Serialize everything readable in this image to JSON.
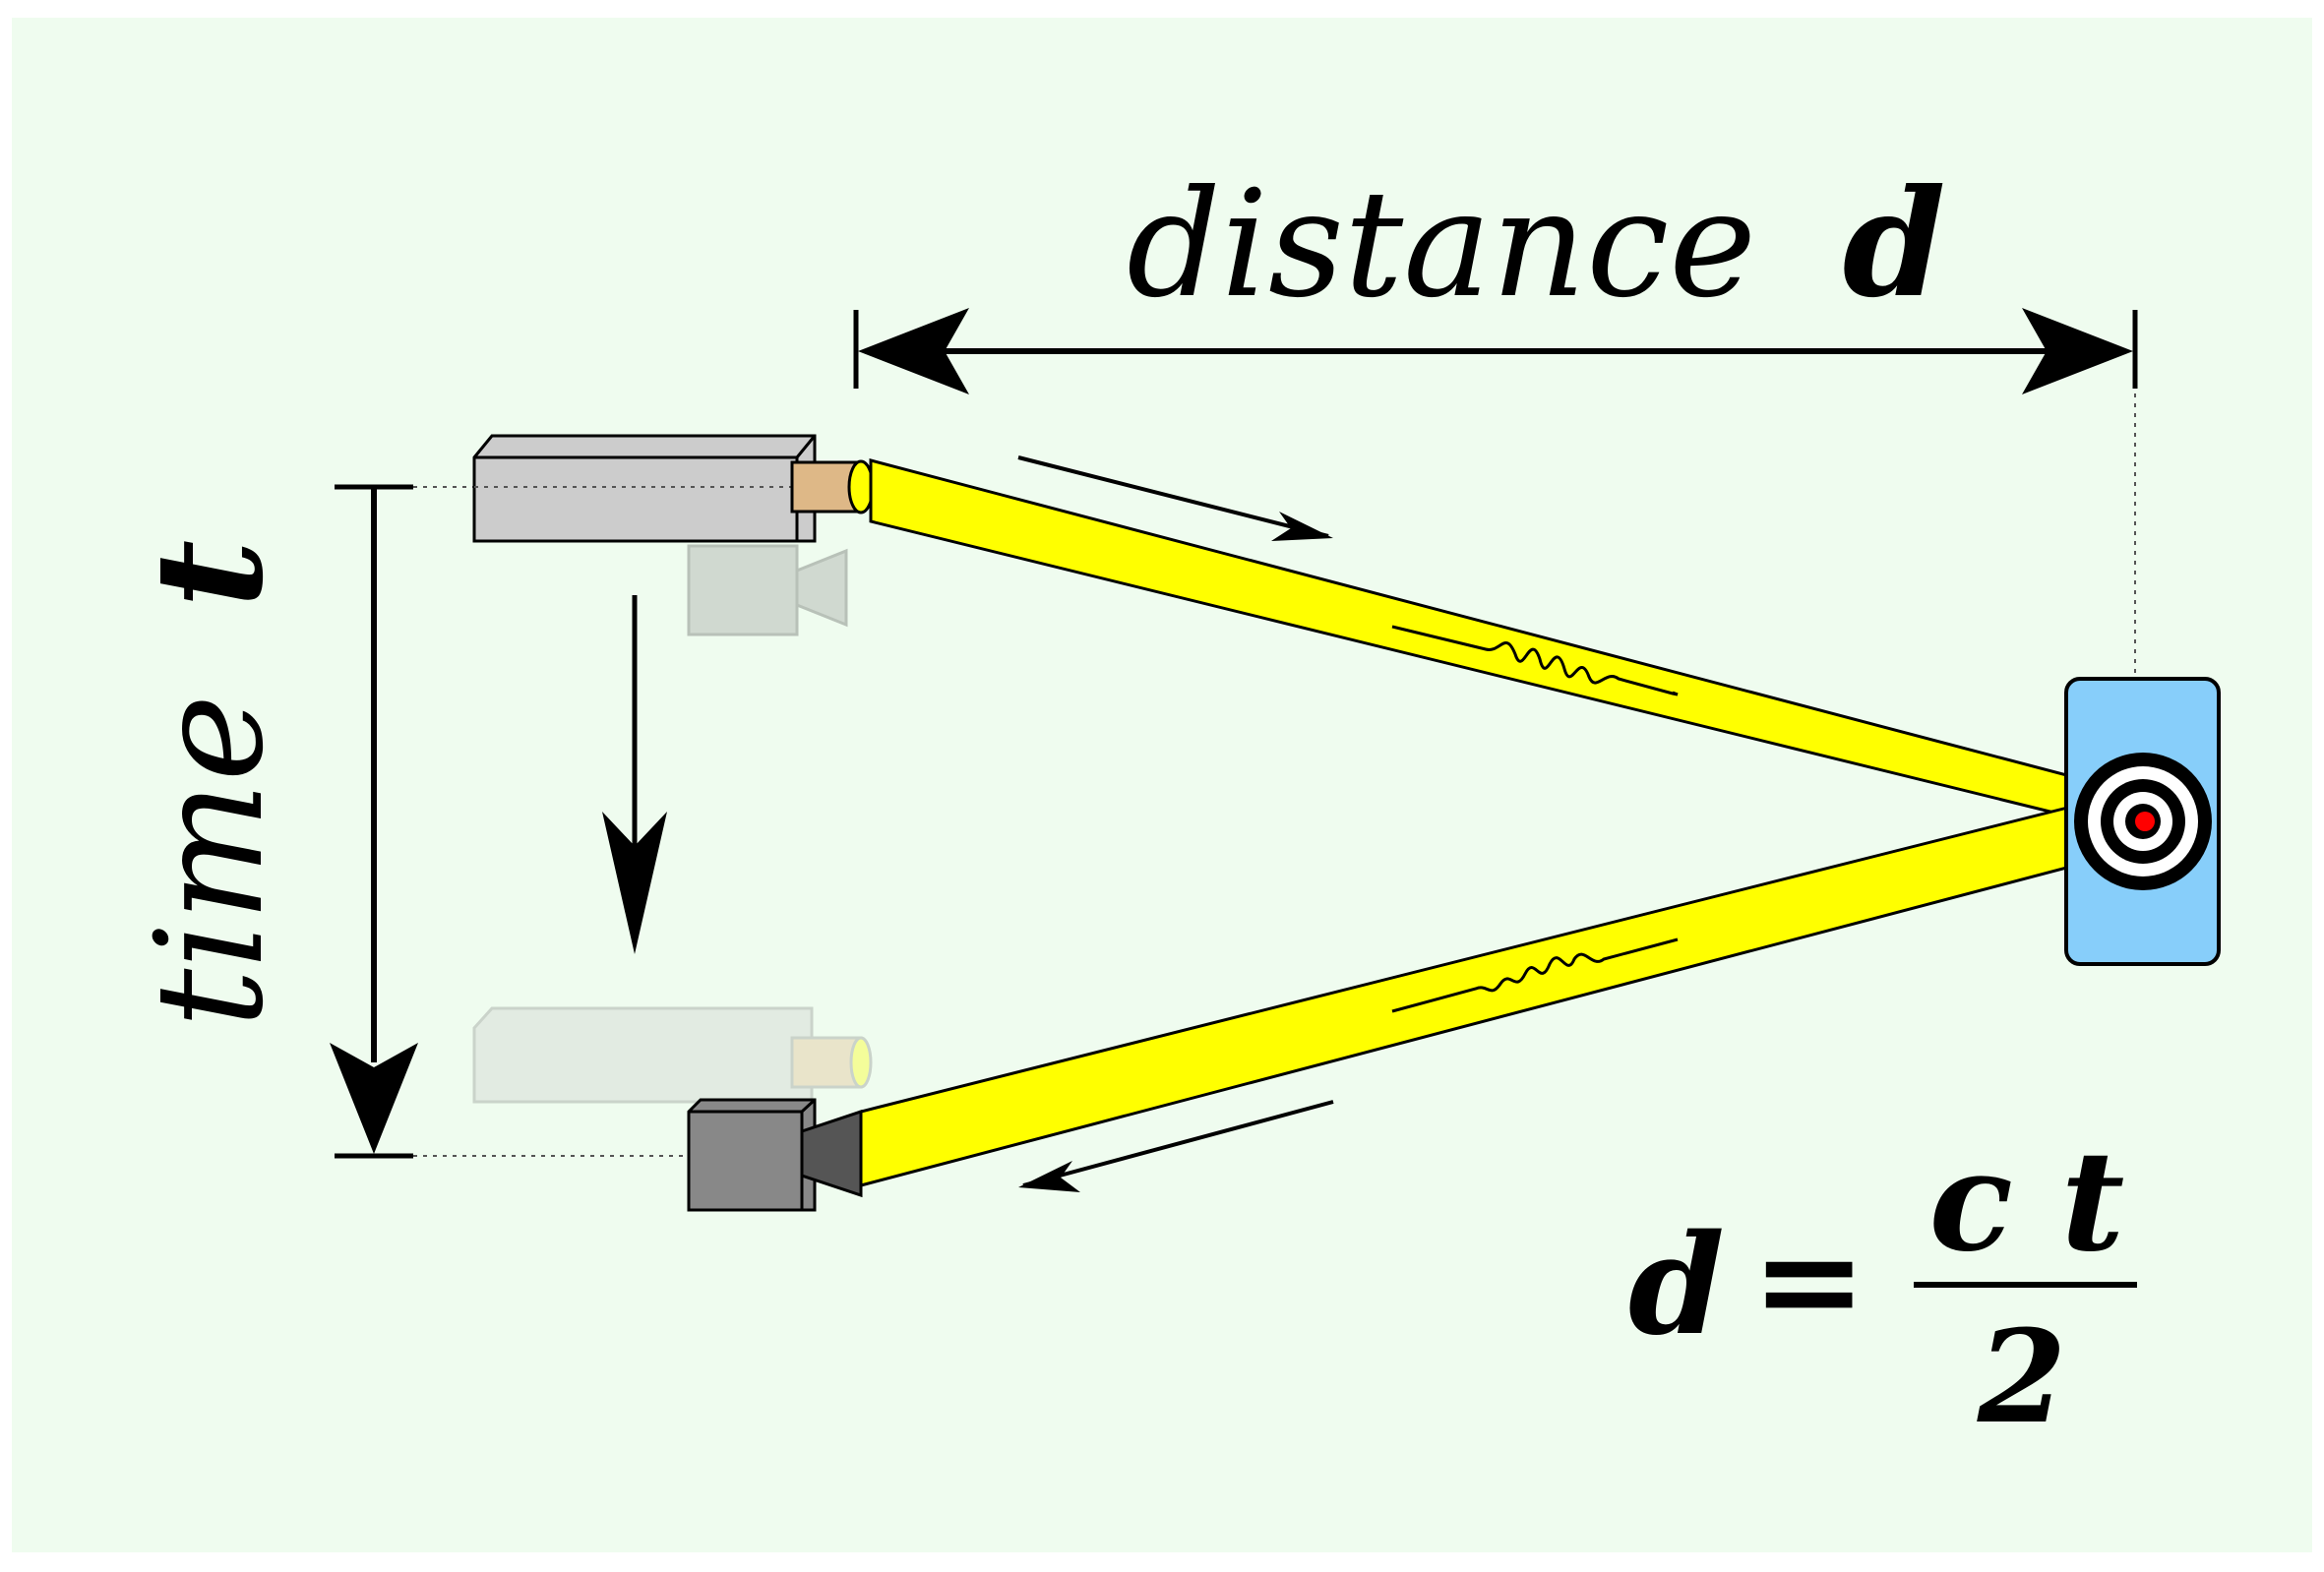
{
  "labels": {
    "distance_word": "distance",
    "distance_symbol": "d",
    "time_word": "time",
    "time_symbol": "t",
    "formula_lhs": "d",
    "formula_equals": "=",
    "formula_numerator": "c t",
    "formula_denominator": "2"
  },
  "colors": {
    "background": "#effcef",
    "beam": "#ffff00",
    "target_panel": "#87cefa",
    "target_center": "#ff0000",
    "emitter_tip": "#deb887",
    "device_body": "#cccccc"
  }
}
